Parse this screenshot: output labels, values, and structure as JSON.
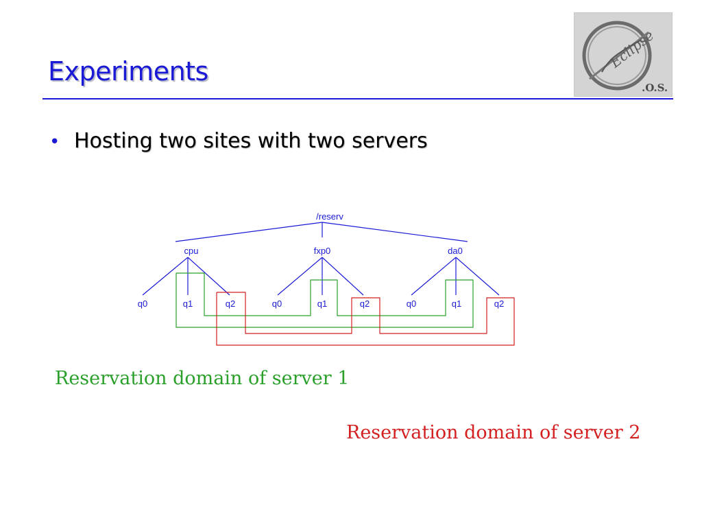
{
  "slide": {
    "title": "Experiments",
    "bullet": "Hosting two sites with two servers"
  },
  "tree": {
    "root": "/reserv",
    "devices": [
      {
        "name": "cpu",
        "queues": [
          "q0",
          "q1",
          "q2"
        ]
      },
      {
        "name": "fxp0",
        "queues": [
          "q0",
          "q1",
          "q2"
        ]
      },
      {
        "name": "da0",
        "queues": [
          "q0",
          "q1",
          "q2"
        ]
      }
    ]
  },
  "legend": {
    "server1": "Reservation domain of server 1",
    "server2": "Reservation domain of server 2"
  },
  "colors": {
    "title": "#1a1ad6",
    "tree_lines": "#1a1ad6",
    "server1": "#2aa02a",
    "server2": "#d42020"
  }
}
